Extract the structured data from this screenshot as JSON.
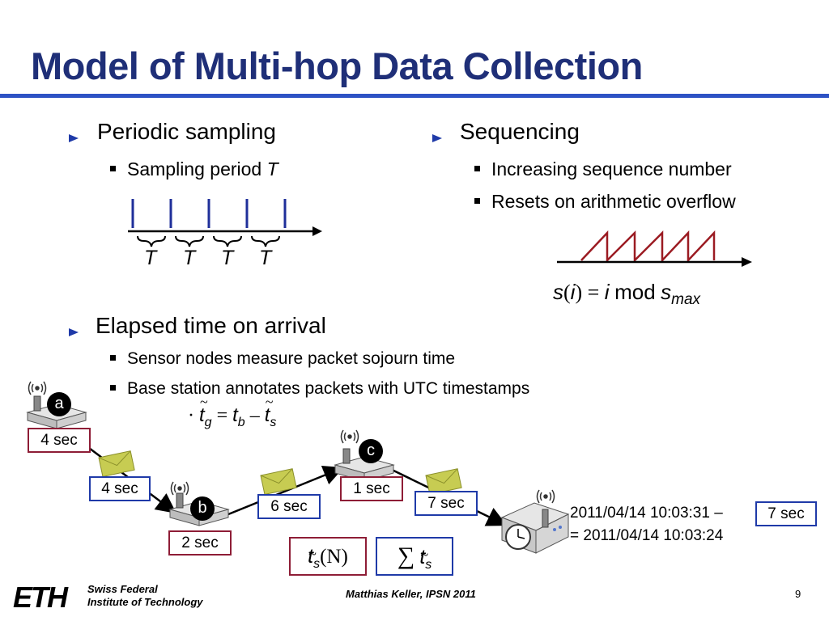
{
  "slide": {
    "title": "Model of Multi-hop Data Collection",
    "page_number": "9"
  },
  "left_top": {
    "heading": "Periodic sampling",
    "sub": "Sampling period ",
    "sub_var": "T",
    "period_labels": [
      "T",
      "T",
      "T",
      "T"
    ]
  },
  "right_top": {
    "heading": "Sequencing",
    "subs": [
      "Increasing sequence number",
      "Resets on arithmetic overflow"
    ],
    "formula": {
      "s": "s",
      "open": "(",
      "i": "i",
      "close": ")",
      "eq": "=",
      "i2": "i",
      "mod": "mod",
      "s2": "s",
      "sub": "max"
    }
  },
  "middle": {
    "heading": "Elapsed time on arrival",
    "subs": [
      "Sensor nodes measure packet sojourn time",
      "Base station annotates packets with UTC timestamps"
    ],
    "formula": {
      "bullet": "·",
      "t1": "t",
      "sub1": "g",
      "eq": "=",
      "t2": "t",
      "sub2": "b",
      "minus": "–",
      "t3": "t",
      "sub3": "s"
    }
  },
  "diagram": {
    "nodes": [
      "a",
      "b",
      "c"
    ],
    "boxes": {
      "a_time": "4 sec",
      "ab_link": "4 sec",
      "b_time": "2 sec",
      "bc_link": "6 sec",
      "c_time": "1 sec",
      "c_base_link": "7 sec"
    },
    "timestamp_line1": "2011/04/14 10:03:31 –",
    "timestamp_box": "7 sec",
    "timestamp_line2": "= 2011/04/14 10:03:24",
    "formula_box1": {
      "t": "t",
      "sub": "s",
      "arg": "(N)"
    },
    "formula_box2": {
      "sum": "∑",
      "t": "t",
      "sub": "s"
    }
  },
  "footer": {
    "logo": "ETH",
    "institution_line1": "Swiss Federal",
    "institution_line2": "Institute of Technology",
    "author": "Matthias Keller, IPSN 2011"
  },
  "colors": {
    "title": "#1f2f78",
    "rule": "#2d52c4",
    "red_box": "#8e1d36",
    "blue_box": "#1f3aa8",
    "sawtooth": "#9b1b22",
    "envelope": "#c7cc52"
  },
  "icons": [
    "arrow-bullet-icon",
    "square-bullet-icon",
    "sensor-node-icon",
    "envelope-icon",
    "base-station-clock-icon",
    "antenna-icon"
  ]
}
